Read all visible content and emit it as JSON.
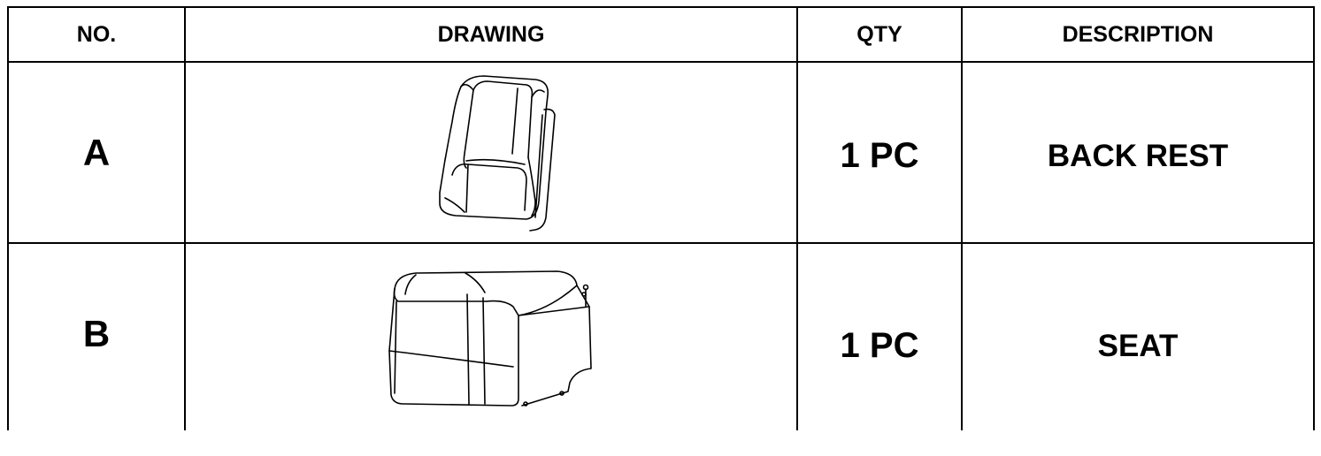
{
  "header": {
    "no": "NO.",
    "drawing": "DRAWING",
    "qty": "QTY",
    "description": "DESCRIPTION"
  },
  "rows": [
    {
      "no": "A",
      "drawing_icon": "back-rest-drawing-icon",
      "qty": "1 PC",
      "description": "BACK REST"
    },
    {
      "no": "B",
      "drawing_icon": "seat-drawing-icon",
      "qty": "1 PC",
      "description": "SEAT"
    }
  ]
}
